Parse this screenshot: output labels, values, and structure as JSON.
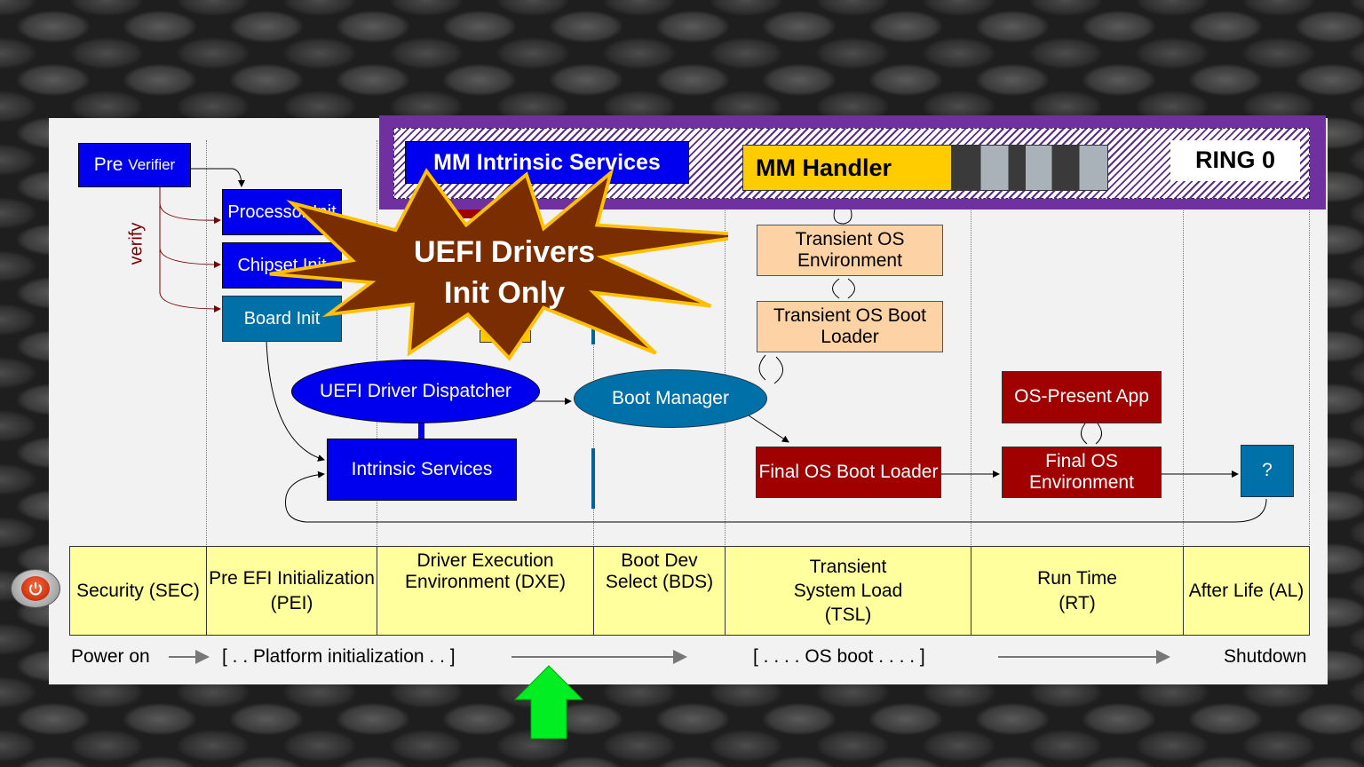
{
  "diagram": {
    "boxes": {
      "pre_verifier": {
        "main": "Pre",
        "small": "Verifier"
      },
      "verify_label": "verify",
      "processor_init": "Processor Init",
      "chipset_init": "Chipset Init",
      "board_init": "Board Init",
      "uefi_driver_dispatcher": "UEFI Driver Dispatcher",
      "intrinsic_services": "Intrinsic Services",
      "boot_manager": "Boot Manager",
      "transient_os_environment": "Transient OS Environment",
      "transient_os_boot_loader": "Transient OS Boot Loader",
      "os_present_app": "OS-Present App",
      "final_os_boot_loader": "Final OS Boot Loader",
      "final_os_environment": "Final OS Environment",
      "after_life_box": "?"
    },
    "mm": {
      "intrinsic_services": "MM Intrinsic Services",
      "handler": "MM Handler",
      "ring": "RING 0"
    },
    "burst": {
      "line1": "UEFI Drivers",
      "line2": "Init Only"
    },
    "phases": [
      "Security (SEC)",
      "Pre EFI Initialization (PEI)",
      "Driver Execution Environment (DXE)",
      "Boot Dev Select (BDS)",
      "Transient System Load (TSL)",
      "Run Time (RT)",
      "After Life (AL)"
    ],
    "timeline": {
      "power_on": "Power on",
      "platform_init": "[ . . Platform initialization . . ]",
      "os_boot": "[ . . . . OS boot . . . . ]",
      "shutdown": "Shutdown"
    }
  },
  "colors": {
    "phase_fill": "#ffff9e",
    "blue": "#0000ee",
    "teal": "#0070a8",
    "dark_red": "#a00000",
    "peach": "#fdd2a4",
    "mm_frame": "#7030a0",
    "mm_handler": "#ffcc00",
    "burst": "#7a2e00",
    "burst_outline": "#ffc000",
    "arrow_up": "#00ee22"
  },
  "icons": [
    "power-button-icon",
    "up-arrow-icon"
  ]
}
